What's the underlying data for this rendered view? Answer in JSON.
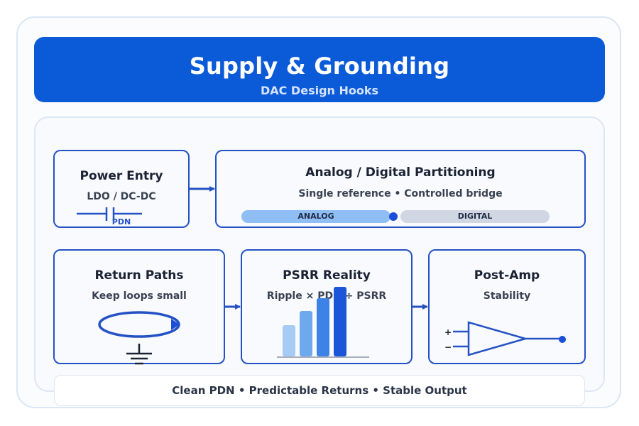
{
  "header": {
    "title": "Supply & Grounding",
    "subtitle": "DAC Design Hooks"
  },
  "cards": {
    "power_entry": {
      "title": "Power Entry",
      "subtitle": "LDO / DC-DC",
      "icon_label": "PDN"
    },
    "partitioning": {
      "title": "Analog / Digital Partitioning",
      "subtitle": "Single reference • Controlled bridge",
      "analog_label": "ANALOG",
      "digital_label": "DIGITAL"
    },
    "return_paths": {
      "title": "Return Paths",
      "subtitle": "Keep loops small"
    },
    "psrr": {
      "title": "PSRR Reality",
      "subtitle": "Ripple × PDN ÷ PSRR"
    },
    "post_amp": {
      "title": "Post-Amp",
      "subtitle": "Stability",
      "plus": "+",
      "minus": "−"
    }
  },
  "footer": {
    "text": "Clean PDN • Predictable Returns • Stable Output"
  },
  "colors": {
    "brand": "#0b5bd9",
    "card_border": "#2452c4",
    "analog": "#8fbef5",
    "digital": "#d0d7e2",
    "bar_colors": [
      "#a6cbf5",
      "#6ea9ee",
      "#3d82e6",
      "#1c56d8"
    ]
  }
}
